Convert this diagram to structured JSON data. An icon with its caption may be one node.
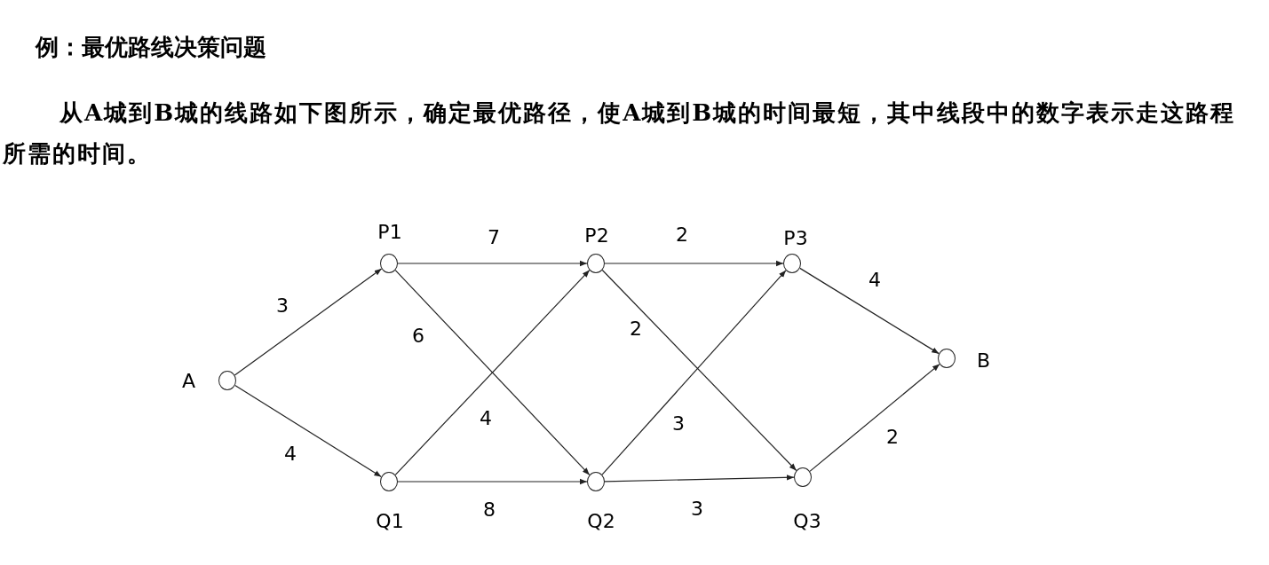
{
  "diagram": {
    "title": "例：最优路线决策问题",
    "nodes": [
      {
        "text": [
          "A"
        ]
      },
      {
        "text": [
          "P1"
        ]
      },
      {
        "text": [
          "Q1"
        ]
      },
      {
        "text": [
          "P2"
        ]
      },
      {
        "text": [
          "Q2"
        ]
      },
      {
        "text": [
          "P3"
        ]
      },
      {
        "text": [
          "Q3"
        ]
      },
      {
        "text": [
          "B"
        ]
      }
    ],
    "edges": [
      {
        "from": 0,
        "to": 1,
        "arrow": "to",
        "label": "3"
      },
      {
        "from": 0,
        "to": 2,
        "arrow": "to",
        "label": "4"
      },
      {
        "from": 1,
        "to": 3,
        "arrow": "to",
        "label": "7"
      },
      {
        "from": 1,
        "to": 4,
        "arrow": "to",
        "label": "6"
      },
      {
        "from": 2,
        "to": 3,
        "arrow": "to",
        "label": "4"
      },
      {
        "from": 2,
        "to": 4,
        "arrow": "to",
        "label": "8"
      },
      {
        "from": 3,
        "to": 5,
        "arrow": "to",
        "label": "2"
      },
      {
        "from": 3,
        "to": 6,
        "arrow": "to",
        "label": "2"
      },
      {
        "from": 4,
        "to": 5,
        "arrow": "to",
        "label": "3"
      },
      {
        "from": 4,
        "to": 6,
        "arrow": "to",
        "label": "3"
      },
      {
        "from": 5,
        "to": 7,
        "arrow": "to",
        "label": "4"
      },
      {
        "from": 6,
        "to": 7,
        "arrow": "to",
        "label": "2"
      }
    ],
    "labels": [
      "从A城到B城的线路如下图所示，确定最优路径，使A城到B城的时间最短，其中线段中的数字表示走这路程所需的时间。"
    ]
  }
}
